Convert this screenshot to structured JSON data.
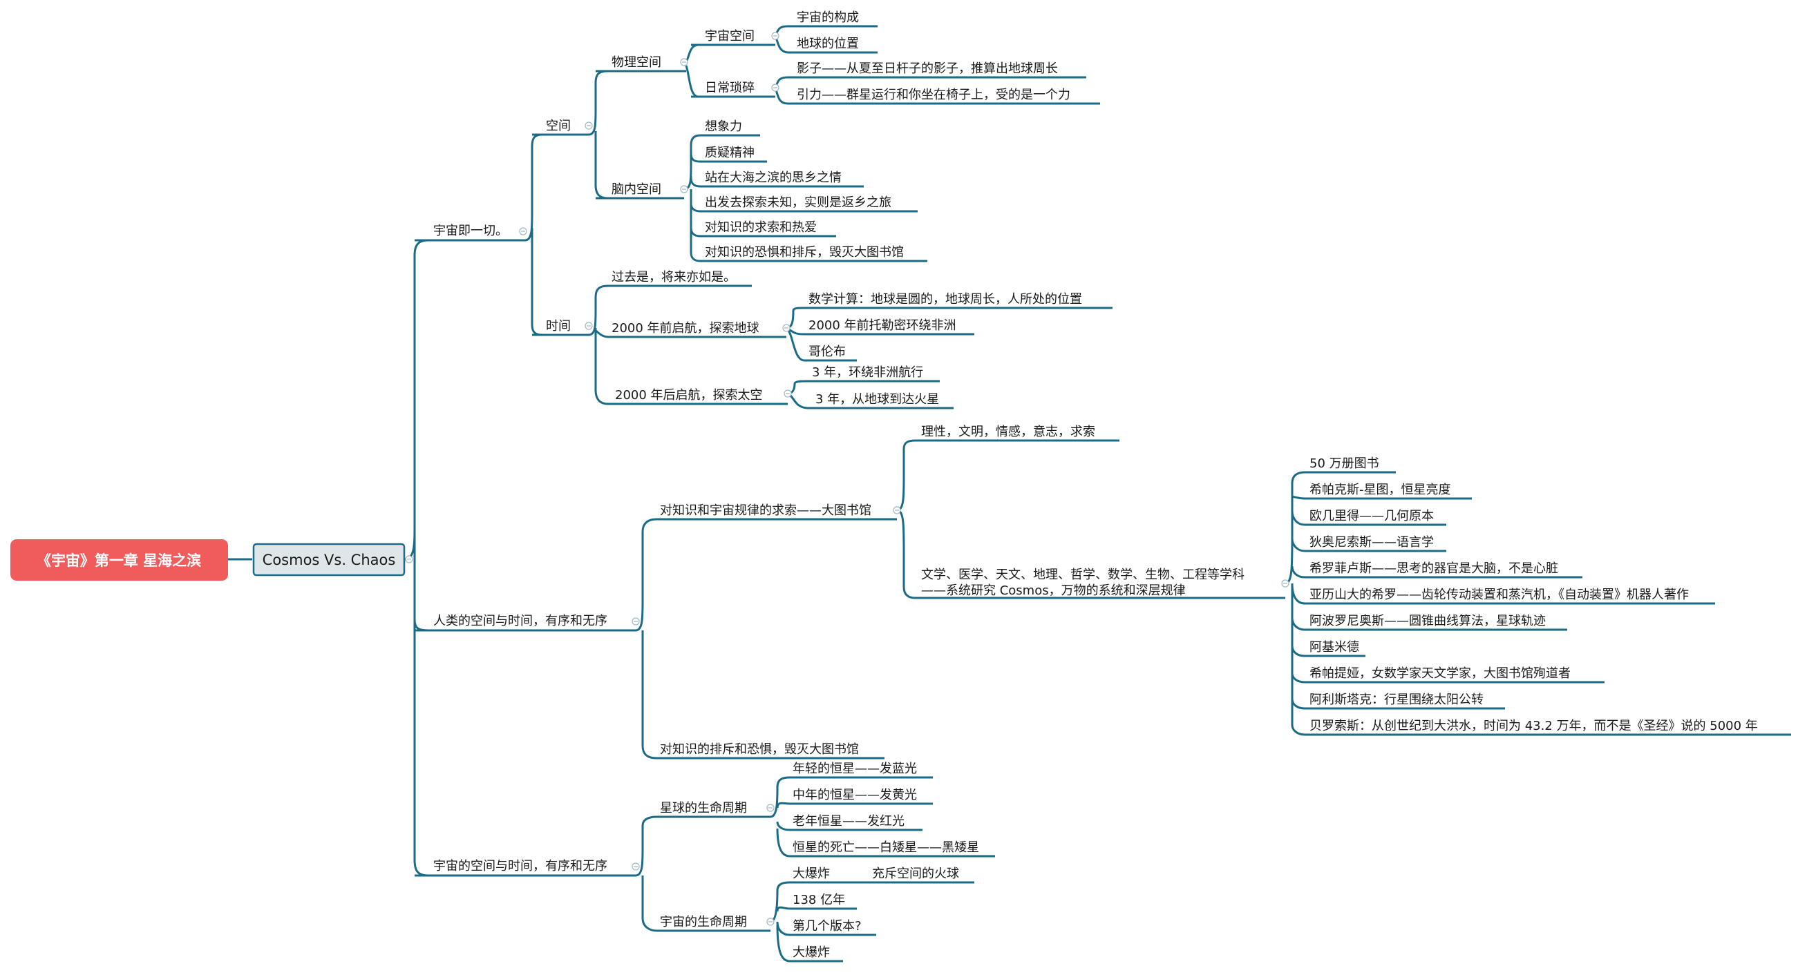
{
  "colors": {
    "root_bg": "#f05b5b",
    "center_bg": "#dfe6ea",
    "center_border": "#1a6b85",
    "line": "#1a6b85"
  },
  "root": {
    "label": "《宇宙》第一章 星海之滨"
  },
  "center": {
    "label": "Cosmos Vs. Chaos"
  },
  "nodes": {
    "b1": "宇宙即一切。",
    "b1_space": "空间",
    "b1_space_phys": "物理空间",
    "b1_space_phys_u": "宇宙空间",
    "b1_u1": "宇宙的构成",
    "b1_u2": "地球的位置",
    "b1_space_phys_d": "日常琐碎",
    "b1_d1": "影子——从夏至日杆子的影子，推算出地球周长",
    "b1_d2": "引力——群星运行和你坐在椅子上，受的是一个力",
    "b1_space_brain": "脑内空间",
    "b1_br1": "想象力",
    "b1_br2": "质疑精神",
    "b1_br3": "站在大海之滨的思乡之情",
    "b1_br4": "出发去探索未知，实则是返乡之旅",
    "b1_br5": "对知识的求索和热爱",
    "b1_br6": "对知识的恐惧和排斥，毁灭大图书馆",
    "b1_time": "时间",
    "b1_t1": "过去是，将来亦如是。",
    "b1_t2": "2000 年前启航，探索地球",
    "b1_t2a": "数学计算：地球是圆的，地球周长，人所处的位置",
    "b1_t2b": "2000 年前托勒密环绕非洲",
    "b1_t2c": "哥伦布",
    "b1_t3": "2000 年后启航，探索太空",
    "b1_t3a": "3 年，环绕非洲航行",
    "b1_t3b": "3 年，从地球到达火星",
    "b2": "人类的空间与时间，有序和无序",
    "b2_lib": "对知识和宇宙规律的求索——大图书馆",
    "b2_lib1": "理性，文明，情感，意志，求索",
    "b2_lib2_l1": "文学、医学、天文、地理、哲学、数学、生物、工程等学科",
    "b2_lib2_l2": "——系统研究 Cosmos，万物的系统和深层规律",
    "b2_s1": "50 万册图书",
    "b2_s2": "希帕克斯-星图，恒星亮度",
    "b2_s3": "欧几里得——几何原本",
    "b2_s4": "狄奥尼索斯——语言学",
    "b2_s5": "希罗菲卢斯——思考的器官是大脑，不是心脏",
    "b2_s6": "亚历山大的希罗——齿轮传动装置和蒸汽机，《自动装置》机器人著作",
    "b2_s7": "阿波罗尼奥斯——圆锥曲线算法，星球轨迹",
    "b2_s8": "阿基米德",
    "b2_s9": "希帕提娅，女数学家天文学家，大图书馆殉道者",
    "b2_s10": "阿利斯塔克：行星围绕太阳公转",
    "b2_s11": "贝罗索斯：从创世纪到大洪水，时间为 43.2 万年，而不是《圣经》说的 5000 年",
    "b2_fear": "对知识的排斥和恐惧，毁灭大图书馆",
    "b3": "宇宙的空间与时间，有序和无序",
    "b3_star": "星球的生命周期",
    "b3_st1": "年轻的恒星——发蓝光",
    "b3_st2": "中年的恒星——发黄光",
    "b3_st3": "老年恒星——发红光",
    "b3_st4": "恒星的死亡——白矮星——黑矮星",
    "b3_uni": "宇宙的生命周期",
    "b3_u1": "大爆炸",
    "b3_u1_note": "充斥空间的火球",
    "b3_u2": "138 亿年",
    "b3_u3": "第几个版本?",
    "b3_u4": "大爆炸"
  }
}
